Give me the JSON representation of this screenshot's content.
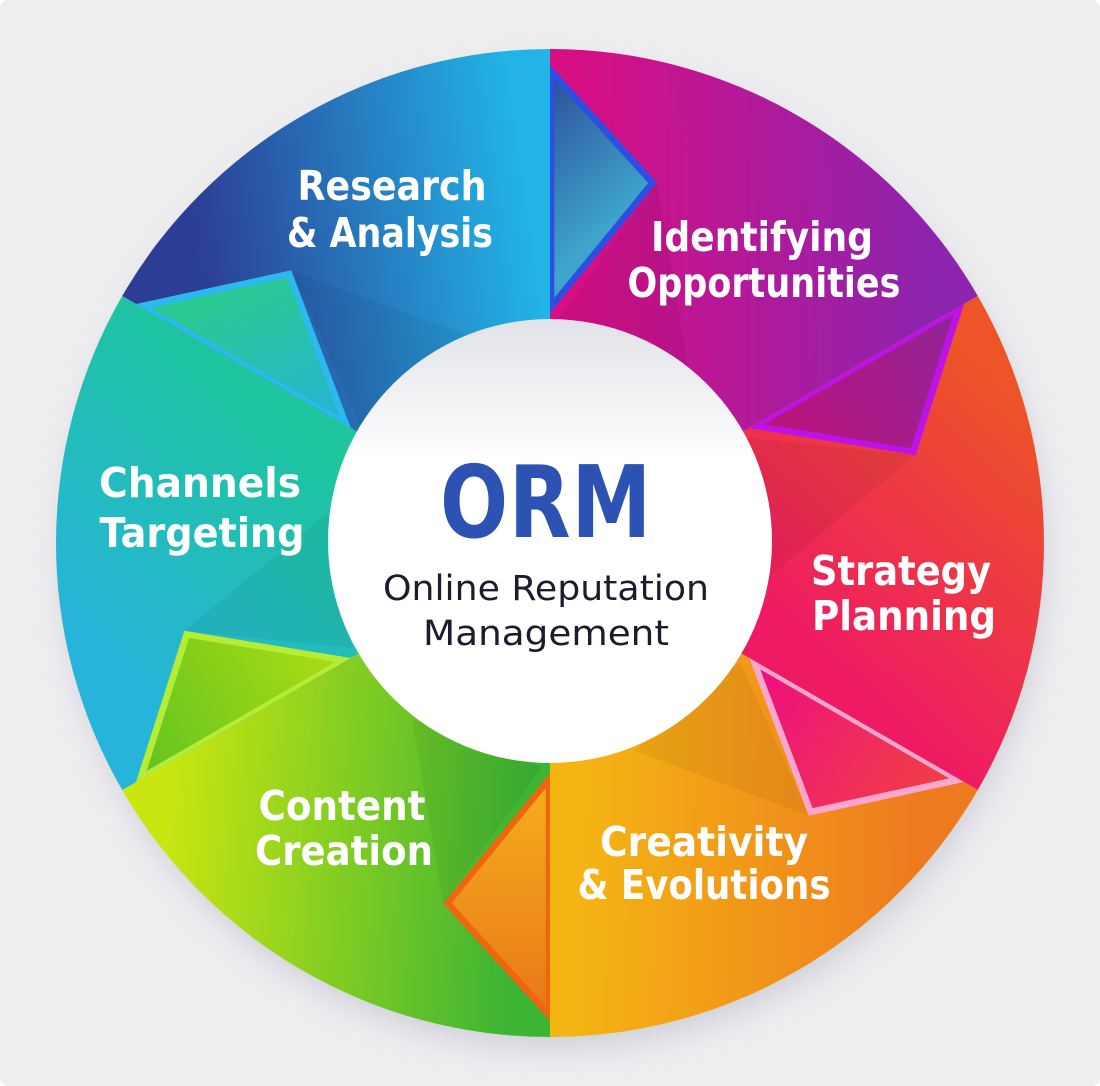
{
  "diagram": {
    "background_color": "#eeedf0",
    "center": {
      "title": "ORM",
      "title_color": "#2c52b4",
      "subtitle_line1": "Online Reputation",
      "subtitle_line2": "Management",
      "subtitle_color": "#1b1c2e",
      "circle_color": "#ffffff",
      "ring_shadow_color": "#e2e3e8"
    },
    "segments": [
      {
        "id": "identifying",
        "lines": [
          "Identifying",
          "Opportunities"
        ],
        "label_color": "#ffffff",
        "gradient": {
          "from": "#d60f85",
          "to": "#8d24ad"
        }
      },
      {
        "id": "strategy",
        "lines": [
          "Strategy",
          "Planning"
        ],
        "label_color": "#ffffff",
        "gradient": {
          "from": "#ee1a64",
          "to": "#ed5427"
        }
      },
      {
        "id": "creativity",
        "lines": [
          "Creativity",
          "& Evolutions"
        ],
        "label_color": "#ffffff",
        "gradient": {
          "from": "#ee7b1f",
          "to": "#f4b513"
        }
      },
      {
        "id": "content",
        "lines": [
          "Content",
          "Creation"
        ],
        "label_color": "#ffffff",
        "gradient": {
          "from": "#3cb434",
          "to": "#c9e611"
        }
      },
      {
        "id": "channels",
        "lines": [
          "Channels",
          "Targeting"
        ],
        "label_color": "#ffffff",
        "gradient": {
          "from": "#27b4da",
          "to": "#1ec59d"
        }
      },
      {
        "id": "research",
        "lines": [
          "Research",
          "& Analysis"
        ],
        "label_color": "#ffffff",
        "gradient": {
          "from": "#2c3d95",
          "to": "#22b4e6"
        }
      }
    ],
    "arrows": [
      {
        "id": "research-identifying",
        "edge_color": "#2b4fe3",
        "fill_from": "#2b4a97",
        "fill_to": "#3fa4cd",
        "grad_from": "P1",
        "grad_to": "P3"
      },
      {
        "id": "identifying-strategy",
        "edge_color": "#bd12e8",
        "fill_from": "#8d2698",
        "fill_to": "#c01179",
        "grad_from": "P1",
        "grad_to": "P2"
      },
      {
        "id": "strategy-creativity",
        "edge_color": "#fba6ce",
        "fill_from": "#f04340",
        "fill_to": "#ee0c83",
        "grad_from": "P1",
        "grad_to": "P2"
      },
      {
        "id": "creativity-content",
        "edge_color": "#ee670e",
        "fill_from": "#e8761a",
        "fill_to": "#f6b01c",
        "grad_from": "P1",
        "grad_to": "P2"
      },
      {
        "id": "content-channels",
        "edge_color": "#b5ec35",
        "fill_from": "#60c222",
        "fill_to": "#aede12",
        "grad_from": "P1",
        "grad_to": "P2"
      },
      {
        "id": "channels-research",
        "edge_color": "#2eb8f0",
        "fill_from": "#23b3d9",
        "fill_to": "#2aca93",
        "grad_from": "P2",
        "grad_to": "P3"
      }
    ]
  }
}
